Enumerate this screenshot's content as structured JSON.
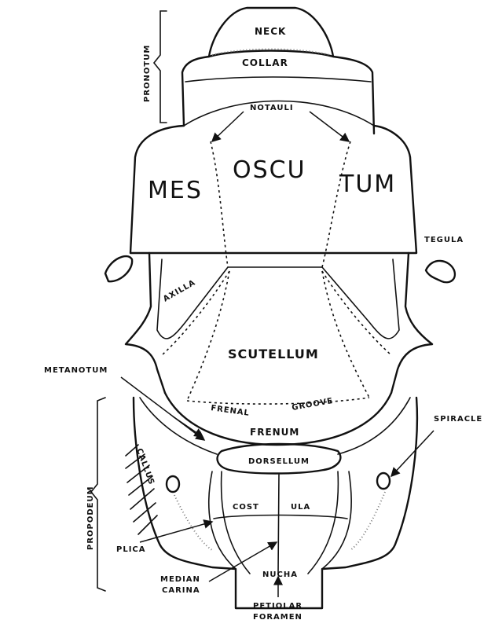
{
  "labels": {
    "pronotum": "PRONOTUM",
    "neck": "NECK",
    "collar": "COLLAR",
    "notauli": "NOTAULI",
    "meso": "MES",
    "oscu": "OSCU",
    "tum": "TUM",
    "tegula": "TEGULA",
    "axilla": "AXILLA",
    "scutellum": "SCUTELLUM",
    "metanotum": "METANOTUM",
    "frenal": "FRENAL",
    "groove": "GROOVE",
    "frenum": "FRENUM",
    "spiracle": "SPIRACLE",
    "propodeum": "PROPODEUM",
    "callus": "CALLUS",
    "dorsellum": "DORSELLUM",
    "costula_a": "COST",
    "costula_b": "ULA",
    "plica": "PLICA",
    "median": "MEDIAN",
    "carina": "CARINA",
    "nucha": "NUCHA",
    "petiolar": "PETIOLAR",
    "foramen": "FORAMEN"
  }
}
